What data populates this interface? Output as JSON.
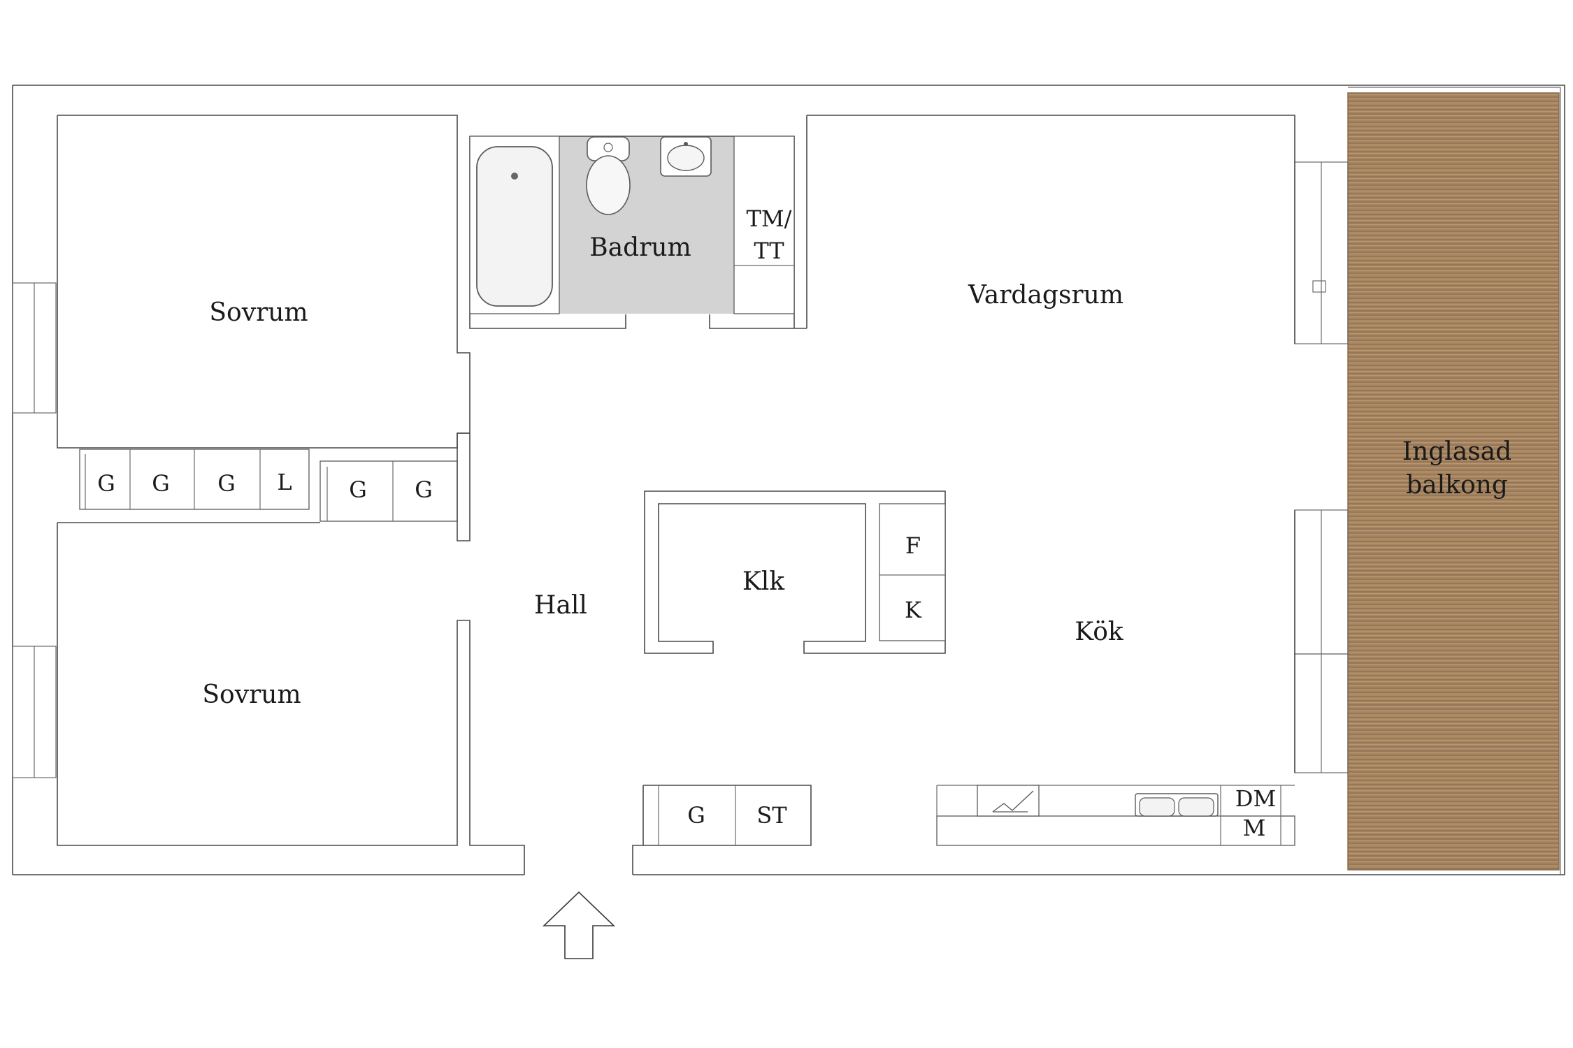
{
  "rooms": {
    "sovrum_top": "Sovrum",
    "sovrum_bottom": "Sovrum",
    "badrum": "Badrum",
    "vardagsrum": "Vardagsrum",
    "hall": "Hall",
    "klk": "Klk",
    "kok": "Kök",
    "balcony_line1": "Inglasad",
    "balcony_line2": "balkong"
  },
  "storage": {
    "wardrobe_1": "G",
    "wardrobe_2": "G",
    "wardrobe_3": "G",
    "linen": "L",
    "wardrobe_4": "G",
    "wardrobe_5": "G",
    "hall_wardrobe": "G",
    "cleaning_closet": "ST"
  },
  "appliances": {
    "washer_dryer_line1": "TM/",
    "washer_dryer_line2": "TT",
    "fridge": "F",
    "freezer": "K",
    "dishwasher_line1": "DM",
    "dishwasher_line2": "M"
  },
  "colors": {
    "bathroom_floor": "#d3d3d3",
    "balcony_wood": "#a88661",
    "walls": "#4a4a4a"
  }
}
